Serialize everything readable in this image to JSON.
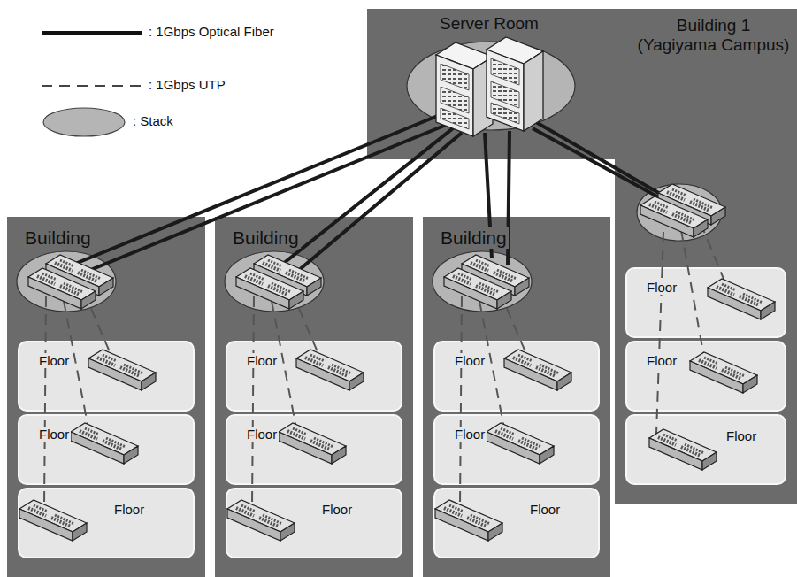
{
  "diagram": {
    "nodes": [
      {
        "text": [
          "Building 1 (Yagiyama Campus)"
        ]
      },
      {
        "text": [
          "Server Room"
        ],
        "in": 0
      },
      {
        "text": [
          "Floor"
        ],
        "in": 0
      },
      {
        "text": [
          "Floor"
        ],
        "in": 0
      },
      {
        "text": [
          "Floor"
        ],
        "in": 0
      },
      {
        "text": [
          "Building"
        ]
      },
      {
        "text": [
          "Floor"
        ],
        "in": 5
      },
      {
        "text": [
          "Floor"
        ],
        "in": 5
      },
      {
        "text": [
          "Floor"
        ],
        "in": 5
      },
      {
        "text": [
          "Building"
        ]
      },
      {
        "text": [
          "Floor"
        ],
        "in": 9
      },
      {
        "text": [
          "Floor"
        ],
        "in": 9
      },
      {
        "text": [
          "Floor"
        ],
        "in": 9
      },
      {
        "text": [
          "Building"
        ]
      },
      {
        "text": [
          "Floor"
        ],
        "in": 13
      },
      {
        "text": [
          "Floor"
        ],
        "in": 13
      },
      {
        "text": [
          "Floor"
        ],
        "in": 13
      }
    ],
    "legend": [
      {
        "text": ": 1Gbps Optical Fiber"
      },
      {
        "text": ": 1Gbps UTP"
      },
      {
        "text": ": Stack"
      }
    ]
  }
}
